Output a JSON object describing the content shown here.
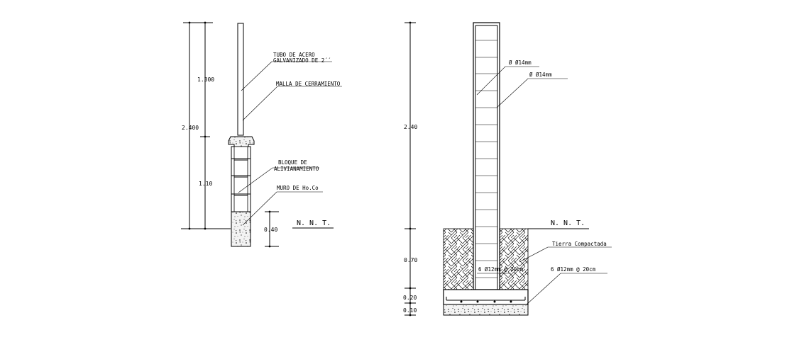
{
  "left_detail": {
    "dimensions": {
      "total": "2.400",
      "upper": "1.300",
      "lower": "1.10",
      "footing": "0.40"
    },
    "callouts": {
      "tube_line1": "TUBO DE ACERO",
      "tube_line2": "GALVANIZADO DE 2´´",
      "mesh": "MALLA DE CERRAMIENTO",
      "block_line1": "BLOQUE DE",
      "block_line2": "ALIVIANAMIENTO",
      "wall": "MURO DE Ho.Co"
    },
    "level_label": "N. N. T."
  },
  "right_detail": {
    "dimensions": {
      "total": "2.40",
      "depth": "0.70",
      "footing": "0.20",
      "base": "0.10"
    },
    "callouts": {
      "stirrup1": "Ø Ø14mm",
      "stirrup2": "Ø Ø14mm",
      "soil": "Tierra Compactada",
      "rebar_inner": "6 Ø12mm @ 20cm",
      "rebar_outer": "6 Ø12mm @ 20cm"
    },
    "level_label": "N. N. T."
  }
}
